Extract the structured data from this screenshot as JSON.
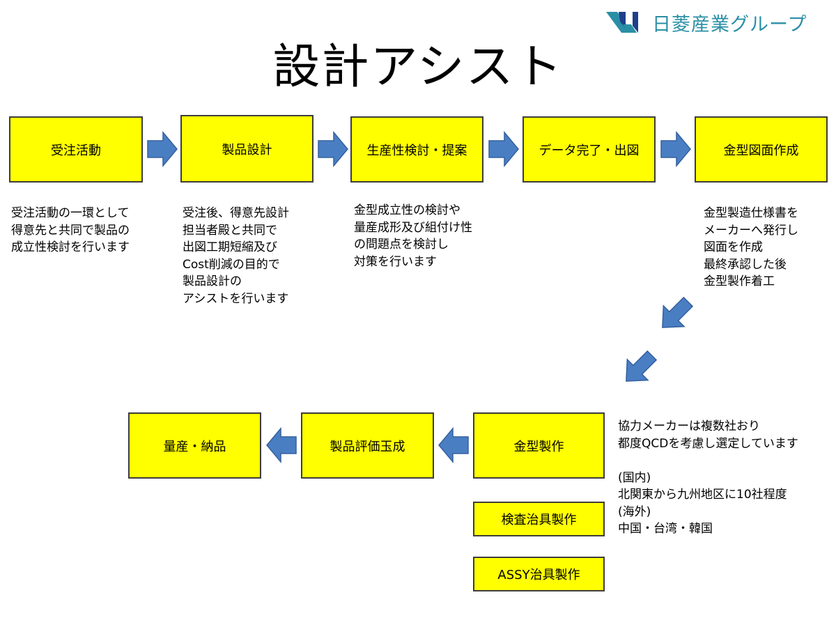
{
  "header": {
    "logo_icon": "nichiryo-n-logo-icon",
    "company_name": "日菱産業グループ",
    "accent_color": "#2a8fa6"
  },
  "title": "設計アシスト",
  "colors": {
    "box_fill": "#ffff00",
    "box_border": "#3d3d3d",
    "arrow_fill": "#4a7ec3",
    "arrow_stroke": "#34609f"
  },
  "top_row": {
    "steps": [
      {
        "label": "受注活動"
      },
      {
        "label": "製品設計"
      },
      {
        "label": "生産性検討・提案"
      },
      {
        "label": "データ完了・出図"
      },
      {
        "label": "金型図面作成"
      }
    ],
    "descriptions": [
      "受注活動の一環として\n得意先と共同で製品の\n成立性検討を行います",
      "受注後、得意先設計\n担当者殿と共同で\n出図工期短縮及び\nCost削減の目的で\n製品設計の\nアシストを行います",
      "金型成立性の検討や\n量産成形及び組付け性\nの問題点を検討し\n対策を行います",
      "金型製造仕様書を\nメーカーへ発行し\n図面を作成\n最終承認した後\n金型製作着工"
    ]
  },
  "bottom_row": {
    "steps": [
      {
        "label": "量産・納品"
      },
      {
        "label": "製品評価玉成"
      },
      {
        "label": "金型製作"
      }
    ],
    "sub_steps": [
      {
        "label": "検査治具製作"
      },
      {
        "label": "ASSY治具製作"
      }
    ],
    "note": "協力メーカーは複数社おり\n都度QCDを考慮し選定しています\n\n(国内)\n北関東から九州地区に10社程度\n(海外)\n中国・台湾・韓国"
  }
}
